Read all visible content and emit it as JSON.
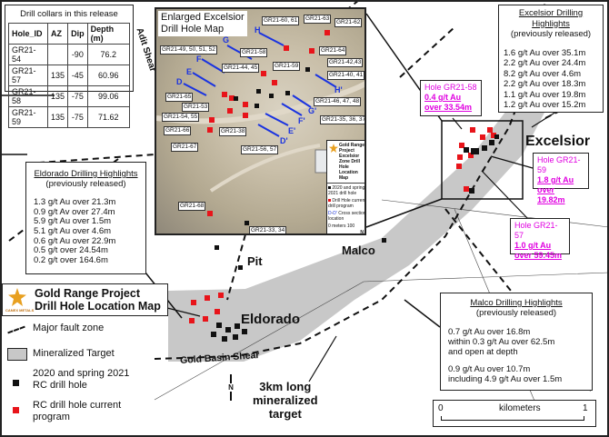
{
  "collars": {
    "title": "Drill collars in this release",
    "headers": [
      "Hole_ID",
      "AZ",
      "Dip",
      "Depth (m)"
    ],
    "rows": [
      [
        "GR21-54",
        "",
        "-90",
        "76.2"
      ],
      [
        "GR21-57",
        "135",
        "-45",
        "60.96"
      ],
      [
        "GR21-58",
        "135",
        "-75",
        "99.06"
      ],
      [
        "GR21-59",
        "135",
        "-75",
        "71.62"
      ]
    ]
  },
  "inset": {
    "title1": "Enlarged Excelsior",
    "title2": "Drill Hole Map",
    "labels": [
      "GR21-60, 61",
      "GR21-63",
      "GR21-62",
      "GR21-49, 50, 51, 52",
      "GR21-58",
      "GR21-64",
      "GR21-59",
      "GR21-42,43",
      "GR21-44, 45",
      "GR21-40, 41",
      "GR21-65",
      "GR21-53",
      "GR21-46, 47, 48",
      "GR21-54, 55",
      "GR21-35, 36, 37",
      "GR21-66",
      "GR21-38",
      "GR21-67",
      "GR21-56, 57",
      "GR21-68",
      "GR21-33, 34"
    ],
    "sections": [
      "H",
      "G",
      "F",
      "E",
      "D",
      "H'",
      "G'",
      "F'",
      "E'",
      "D'"
    ],
    "legend": {
      "title1": "Gold Range Project",
      "title2": "Excelsior Zone Drill",
      "title3": "Hole Location Map",
      "black": "2020 and spring 2021 drill hole",
      "red": "Drill Hole current drill program",
      "cross": "Cross section location",
      "d": "D",
      "dp": "D'",
      "scale_unit": "meters",
      "scale_0": "0",
      "scale_100": "100",
      "north": "N"
    }
  },
  "excelsior_hl": {
    "title1": "Excelsior Drilling",
    "title2": "Highlights",
    "sub": "(previously released)",
    "lines": [
      "1.6 g/t Au over 35.1m",
      "2.2 g/t Au over 24.4m",
      "8.2 g/t Au over 4.6m",
      "2.2 g/t Au over 18.3m",
      "1.1 g/t Au over 19.8m",
      "1.2 g/t Au over 15.2m"
    ]
  },
  "callouts": [
    {
      "hole": "Hole GR21-58",
      "l1": "0.4 g/t Au",
      "l2": "over 33.54m"
    },
    {
      "hole": "Hole GR21-59",
      "l1": "1.8 g/t Au",
      "l2": "over 19.82m"
    },
    {
      "hole": "Hole GR21-57",
      "l1": "1.0 g/t Au",
      "l2": "over 59.45m"
    }
  ],
  "eldorado_hl": {
    "title": "Eldorado Drilling Highlights",
    "sub": "(previously released)",
    "lines": [
      "1.3 g/t Au over 21.3m",
      "0.9 g/t Av over 27.4m",
      "5.9 g/t Au over 1.5m",
      "5.1 g/t Au over 4.6m",
      "0.6 g/t Au over 22.9m",
      "0.5 g/t over 24.54m",
      "0.2 g/t over 164.6m"
    ]
  },
  "malco_hl": {
    "title": "Malco Drilling Highlights",
    "sub": "(previously released)",
    "lines": [
      "0.7 g/t Au over 16.8m",
      "within 0.3 g/t Au over 62.5m",
      "and open at depth",
      "",
      "0.9 g/t Au over 10.7m",
      "including 4.9 g/t Au over 1.5m"
    ]
  },
  "places": {
    "excelsior": "Excelsior",
    "malco": "Malco",
    "pit": "Pit",
    "eldorado": "Eldorado",
    "gold_basin": "Gold Basin Shear",
    "adit": "Adit Shear",
    "target1": "3km long",
    "target2": "mineralized",
    "target3": "target"
  },
  "main": {
    "logo": "CANEX METALS",
    "title1": "Gold Range Project",
    "title2": "Drill Hole Location Map",
    "legend": {
      "fault": "Major fault zone",
      "target": "Mineralized Target",
      "black1": "2020 and spring 2021",
      "black2": "RC drill hole",
      "red1": "RC drill hole current",
      "red2": "program"
    },
    "north": "N",
    "scale": {
      "zero": "0",
      "unit": "kilometers",
      "one": "1"
    }
  },
  "colors": {
    "red": "#e8141a",
    "magenta": "#e000e0",
    "blue": "#1a33e0",
    "target": "#c8c8c8"
  }
}
